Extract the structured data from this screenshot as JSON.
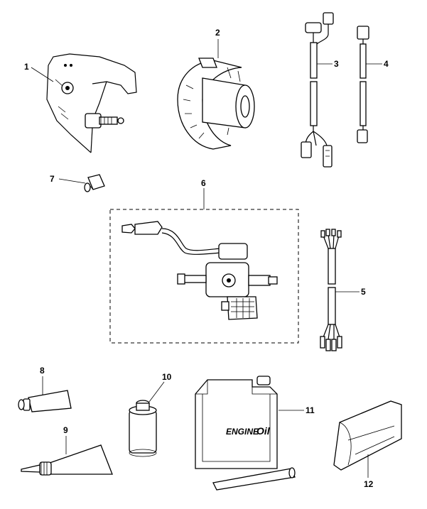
{
  "callouts": {
    "c1": "1",
    "c2": "2",
    "c3": "3",
    "c4": "4",
    "c5": "5",
    "c6": "6",
    "c7": "7",
    "c8": "8",
    "c9": "9",
    "c10": "10",
    "c11": "11",
    "c12": "12"
  },
  "can_label": {
    "word1": "ENGINE",
    "word2": "Oil"
  },
  "icons": {
    "part1": "drive-shaft-housing-icon",
    "part2": "flywheel-holder-icon",
    "part3": "wiring-harness-icon",
    "part4": "adapter-lead-icon",
    "part5": "test-lead-icon",
    "part6": "fuel-pump-kit-icon",
    "part7": "plug-icon",
    "part8": "grease-tube-icon",
    "part9": "sealant-tube-icon",
    "part10": "spray-can-icon",
    "part11": "oil-jug-icon",
    "part12": "bag-icon"
  }
}
